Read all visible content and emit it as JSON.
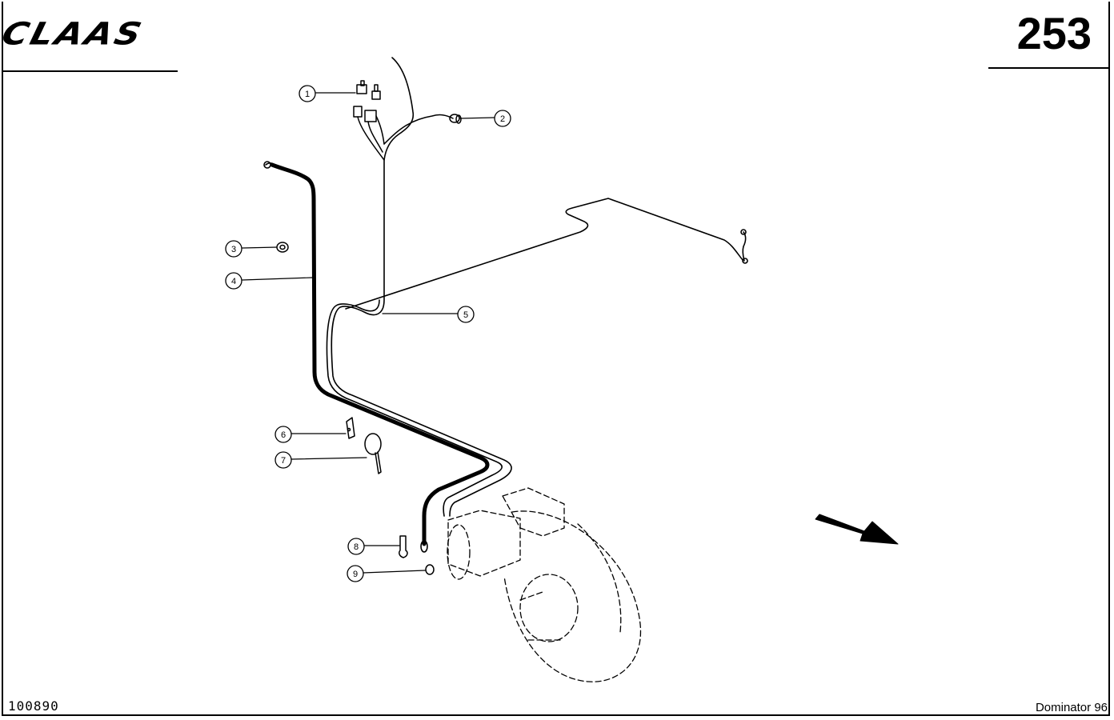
{
  "header": {
    "brand": "CLAAS",
    "page_number": "253"
  },
  "footer": {
    "doc_id": "100890",
    "model": "Dominator 96"
  },
  "callouts": [
    {
      "id": "c1",
      "label": "1"
    },
    {
      "id": "c2",
      "label": "2"
    },
    {
      "id": "c3",
      "label": "3"
    },
    {
      "id": "c4",
      "label": "4"
    },
    {
      "id": "c5",
      "label": "5"
    },
    {
      "id": "c6",
      "label": "6"
    },
    {
      "id": "c7",
      "label": "7"
    },
    {
      "id": "c8",
      "label": "8"
    },
    {
      "id": "c9",
      "label": "9"
    }
  ]
}
